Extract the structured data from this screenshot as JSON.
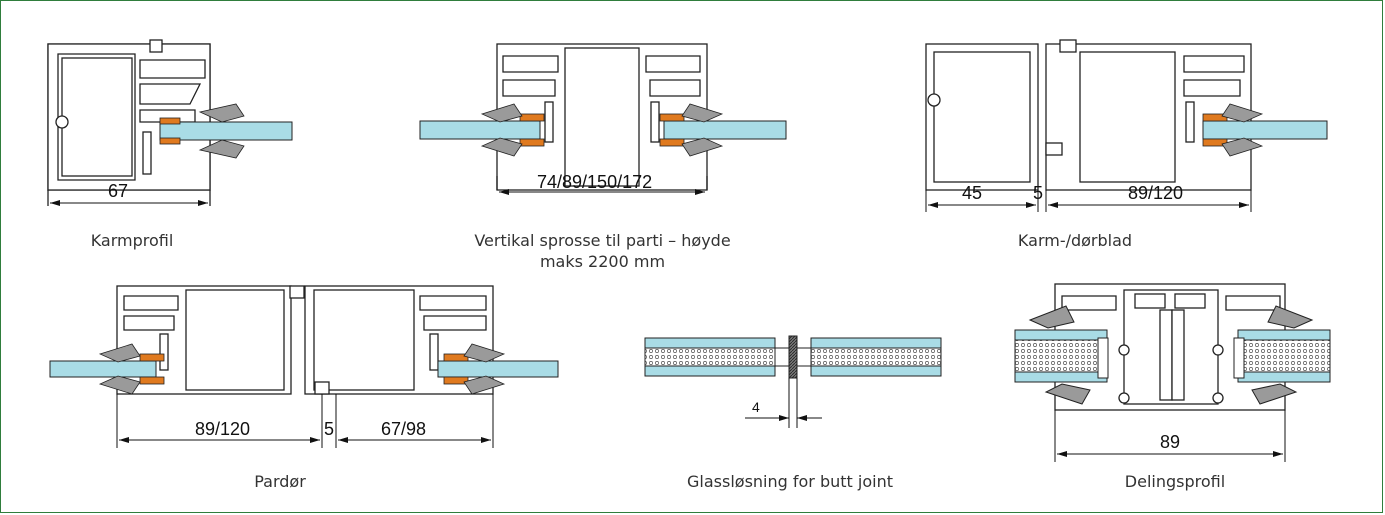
{
  "captions": {
    "karmprofil": "Karmprofil",
    "sprosse_line1": "Vertikal sprosse til parti – høyde",
    "sprosse_line2": "maks 2200 mm",
    "karm_dorblad": "Karm-/dørblad",
    "pardor": "Pardør",
    "butt_joint": "Glassløsning for butt joint",
    "delingsprofil": "Delingsprofil"
  },
  "dimensions": {
    "karmprofil_width": "67",
    "sprosse_width": "74/89/150/172",
    "karm_left": "45",
    "karm_gap": "5",
    "karm_right": "89/120",
    "pardor_left": "89/120",
    "pardor_gap": "5",
    "pardor_right": "67/98",
    "butt_gap": "4",
    "deling_width": "89"
  },
  "colors": {
    "frame": "#2f7d3c",
    "glass": "#a9dce6",
    "gasket": "#9a9a9a",
    "spacer": "#e07a1f",
    "profile": "#ffffff",
    "outline": "#222222"
  }
}
